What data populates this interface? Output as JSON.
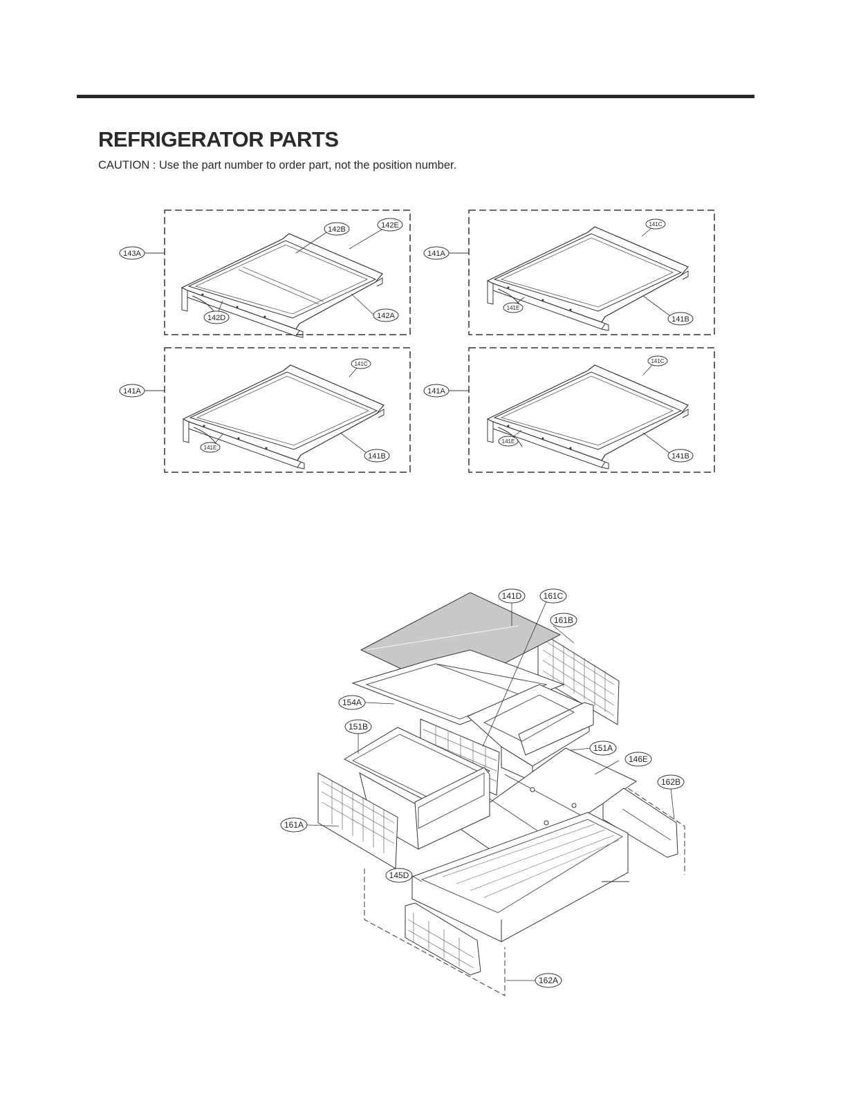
{
  "page": {
    "title": "REFRIGERATOR PARTS",
    "caution": "CAUTION : Use the part number to order part, not the position number."
  },
  "callouts": {
    "p143A": "143A",
    "p142B": "142B",
    "p142E": "142E",
    "p142D": "142D",
    "p142A": "142A",
    "p141A": "141A",
    "p141C": "141C",
    "p141E": "141E",
    "p141B": "141B",
    "p141D": "141D",
    "p161C": "161C",
    "p161B": "161B",
    "p154A": "154A",
    "p151B": "151B",
    "p151A": "151A",
    "p146E": "146E",
    "p162B": "162B",
    "p161A": "161A",
    "p145D": "145D",
    "p162A": "162A"
  }
}
